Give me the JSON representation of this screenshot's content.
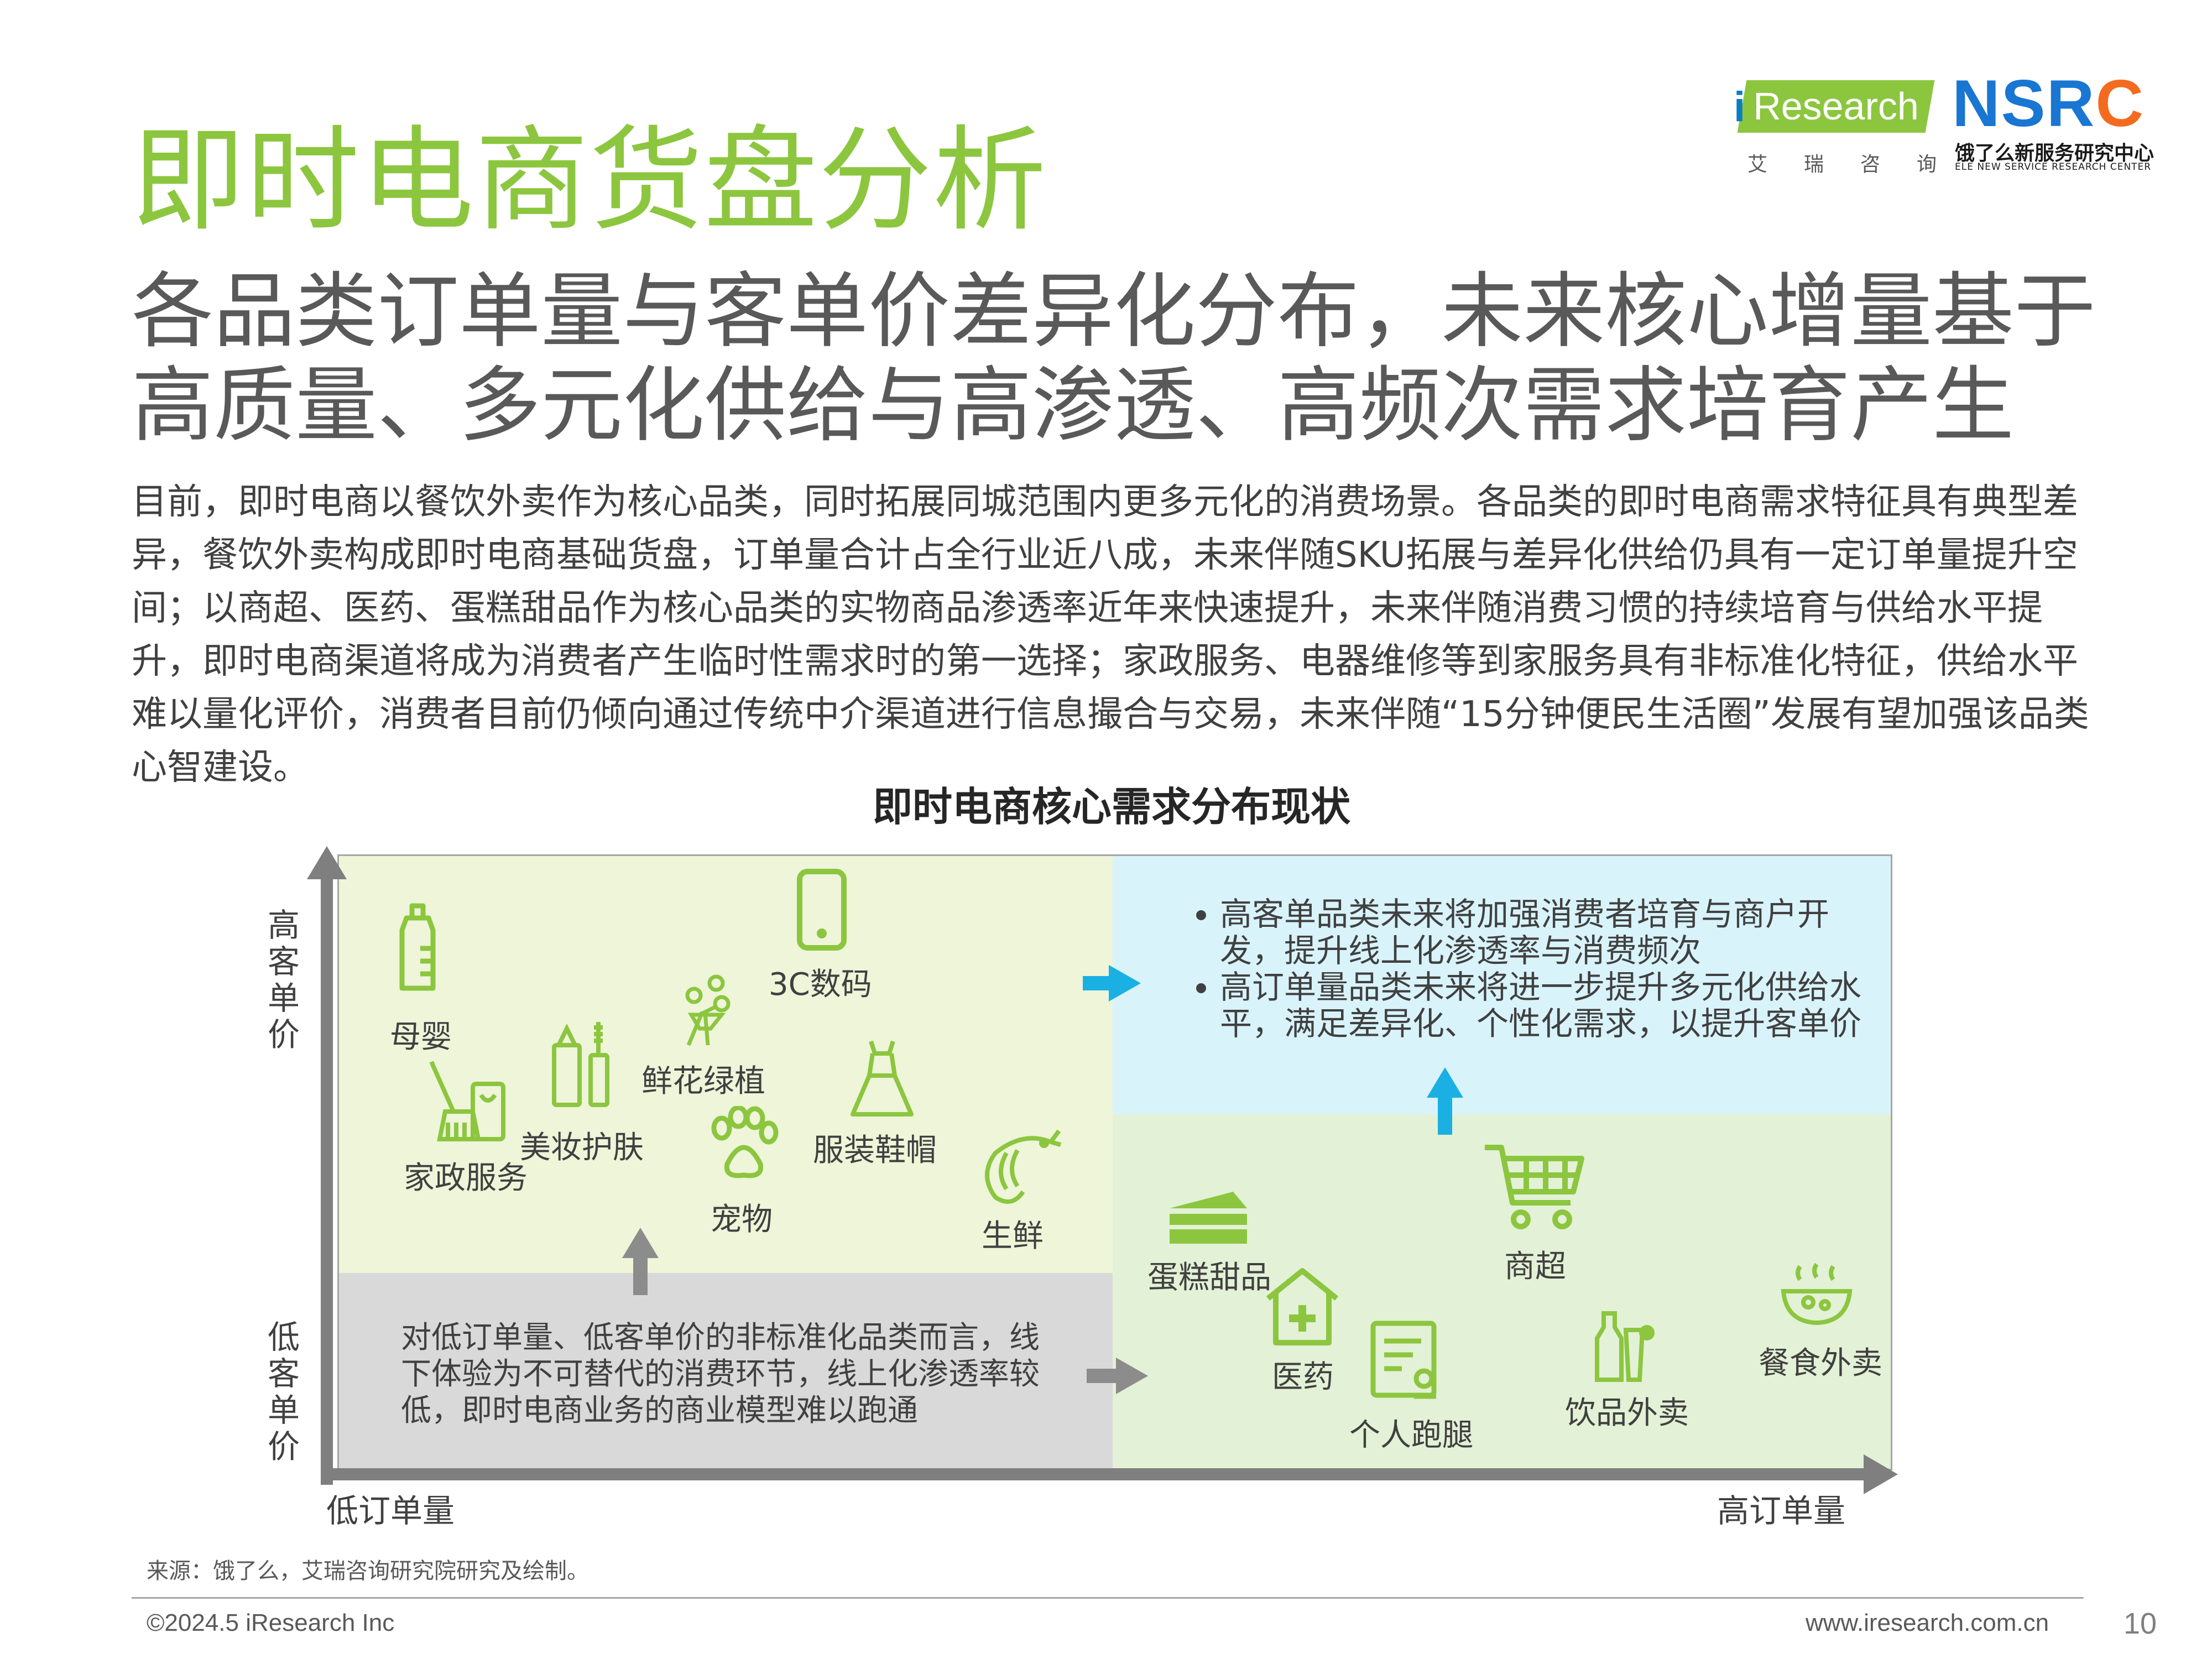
{
  "header": {
    "title": "即时电商货盘分析",
    "subtitle": "各品类订单量与客单价差异化分布，未来核心增量基于高质量、多元化供给与高渗透、高频次需求培育产生",
    "body": "目前，即时电商以餐饮外卖作为核心品类，同时拓展同城范围内更多元化的消费场景。各品类的即时电商需求特征具有典型差异，餐饮外卖构成即时电商基础货盘，订单量合计占全行业近八成，未来伴随SKU拓展与差异化供给仍具有一定订单量提升空间；以商超、医药、蛋糕甜品作为核心品类的实物商品渗透率近年来快速提升，未来伴随消费习惯的持续培育与供给水平提升，即时电商渠道将成为消费者产生临时性需求时的第一选择；家政服务、电器维修等到家服务具有非标准化特征，供给水平难以量化评价，消费者目前仍倾向通过传统中介渠道进行信息撮合与交易，未来伴随“15分钟便民生活圈”发展有望加强该品类心智建设。"
  },
  "logos": {
    "iresearch_i": "i",
    "iresearch": "Research",
    "iresearch_sub": "艾瑞咨询",
    "nsrc_main": "NSR",
    "nsrc_c": "C",
    "nsrc_sub": "饿了么新服务研究中心",
    "nsrc_sub2": "ELE NEW SERVICE RESEARCH CENTER"
  },
  "chart": {
    "title": "即时电商核心需求分布现状",
    "y_high": "高客单价",
    "y_low": "低客单价",
    "x_low": "低订单量",
    "x_high": "高订单量",
    "notes_top_right": [
      "高客单品类未来将加强消费者培育与商户开发，提升线上化渗透率与消费频次",
      "高订单量品类未来将进一步提升多元化供给水平，满足差异化、个性化需求，以提升客单价"
    ],
    "note_bottom_left": "对低订单量、低客单价的非标准化品类而言，线下体验为不可替代的消费环节，线上化渗透率较低，即时电商业务的商业模型难以跑通",
    "categories": {
      "muying": "母婴",
      "digital": "3C数码",
      "flowers": "鲜花绿植",
      "cosmetics": "美妆护肤",
      "housekeeping": "家政服务",
      "pets": "宠物",
      "clothing": "服装鞋帽",
      "fresh": "生鲜",
      "cake": "蛋糕甜品",
      "supermarket": "商超",
      "medicine": "医药",
      "errand": "个人跑腿",
      "drinks": "饮品外卖",
      "food": "餐食外卖"
    },
    "colors": {
      "icon_green": "#8cc63f",
      "cyan": "#1ab0e3",
      "gray_arrow": "#8c8c8c"
    }
  },
  "footer": {
    "source": "来源：饿了么，艾瑞咨询研究院研究及绘制。",
    "copyright": "©2024.5 iResearch Inc",
    "website": "www.iresearch.com.cn",
    "page": "10"
  }
}
